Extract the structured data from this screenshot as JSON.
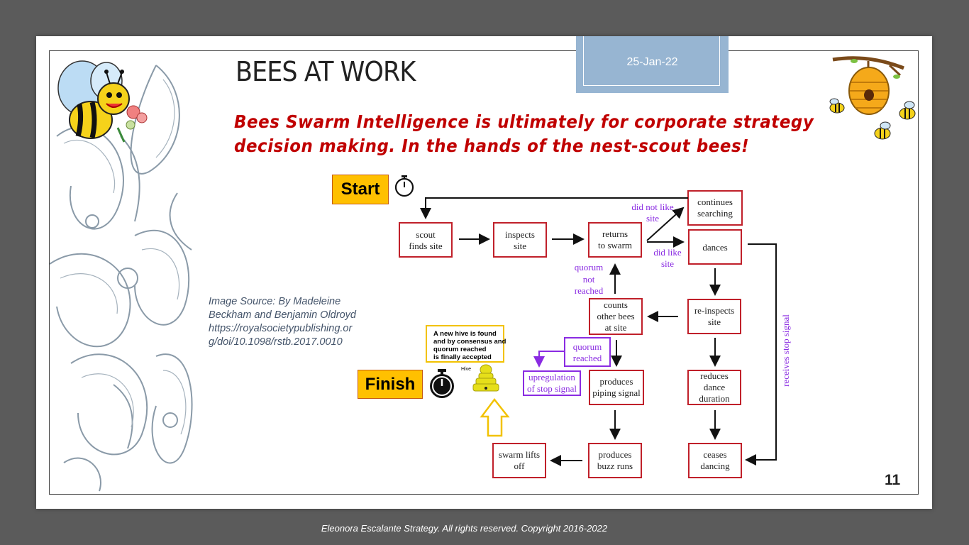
{
  "slide": {
    "title": "BEES AT WORK",
    "date": "25-Jan-22",
    "subtitle_line1": "Bees Swarm Intelligence is ultimately for corporate strategy",
    "subtitle_line2": "decision making. In the hands of the nest-scout bees!",
    "source_lines": [
      "Image Source: By Madeleine",
      "Beckham and Benjamin Oldroyd",
      "https://royalsocietypublishing.or",
      "g/doi/10.1098/rstb.2017.0010"
    ],
    "start_label": "Start",
    "finish_label": "Finish",
    "page_number": "11"
  },
  "footer": "Eleonora Escalante Strategy. All rights reserved. Copyright 2016-2022",
  "flowchart": {
    "scout_finds_site": [
      "scout",
      "finds site"
    ],
    "inspects_site": [
      "inspects",
      "site"
    ],
    "returns_to_swarm": [
      "returns",
      "to swarm"
    ],
    "continues_searching": [
      "continues",
      "searching"
    ],
    "dances": [
      "dances"
    ],
    "re_inspects_site": [
      "re-inspects",
      "site"
    ],
    "counts_other_bees": [
      "counts",
      "other bees",
      "at site"
    ],
    "reduces_dance_duration": [
      "reduces",
      "dance",
      "duration"
    ],
    "produces_piping_signal": [
      "produces",
      "piping signal"
    ],
    "ceases_dancing": [
      "ceases",
      "dancing"
    ],
    "produces_buzz_runs": [
      "produces",
      "buzz runs"
    ],
    "swarm_lifts_off": [
      "swarm lifts",
      "off"
    ],
    "upregulation": [
      "upregulation",
      "of stop signal"
    ],
    "quorum_reached": [
      "quorum",
      "reached"
    ],
    "label_did_not_like": [
      "did not like",
      "site"
    ],
    "label_did_like": [
      "did like",
      "site"
    ],
    "label_quorum_not": [
      "quorum",
      "not",
      "reached"
    ],
    "label_receives_stop": "receives stop signal",
    "hive_note": [
      "A new hive is found",
      "and by consensus and",
      "quorum reached",
      "is finally accepted"
    ],
    "hive_label": "Hive"
  },
  "colors": {
    "background": "#5b5b5b",
    "accent_red": "#c00000",
    "box_border": "#c0202a",
    "purple": "#8a2be2",
    "pill": "#ffc000",
    "date_box": "#97b5d2"
  }
}
